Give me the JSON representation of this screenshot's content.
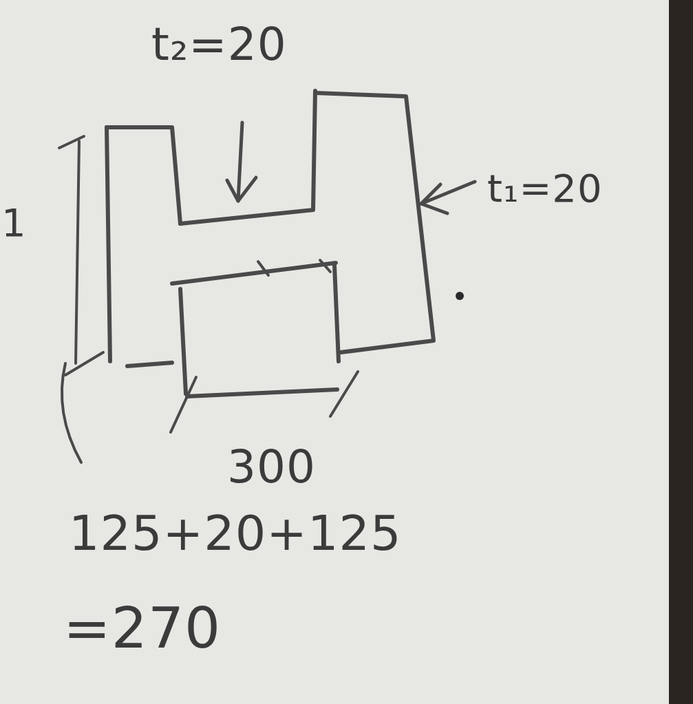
{
  "diagram": {
    "labels": [
      "t₂=20",
      "t₁=20",
      "300",
      "125+20+125",
      "=270",
      "1"
    ]
  }
}
